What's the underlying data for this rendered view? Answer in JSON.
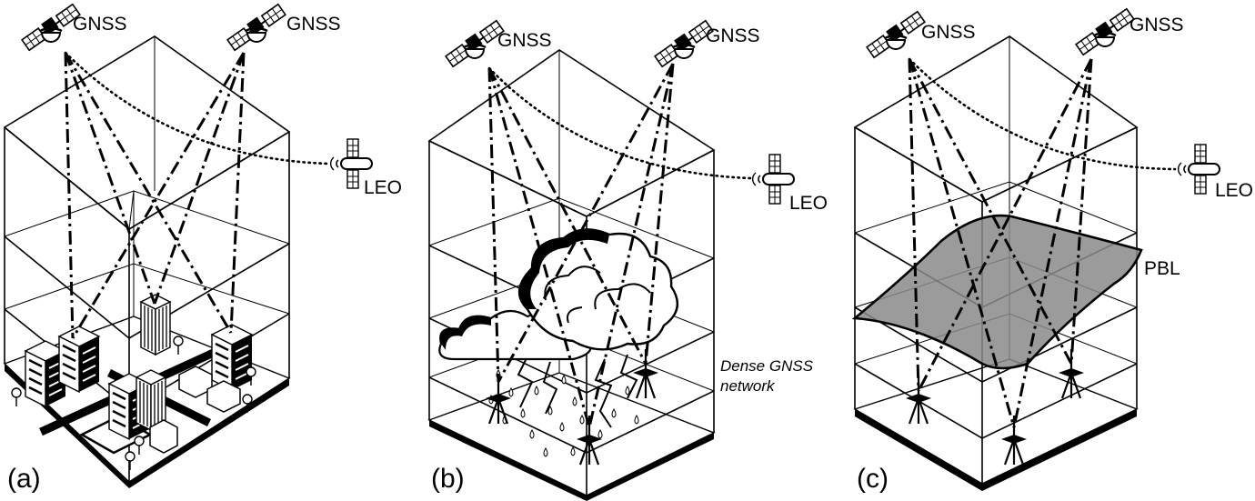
{
  "panels": [
    {
      "label": "(a)",
      "satellites": [
        {
          "label": "GNSS",
          "icon": "gnss-satellite-icon"
        },
        {
          "label": "GNSS",
          "icon": "gnss-satellite-icon"
        },
        {
          "label": "LEO",
          "icon": "leo-satellite-icon"
        }
      ],
      "scene": "city-buildings"
    },
    {
      "label": "(b)",
      "satellites": [
        {
          "label": "GNSS",
          "icon": "gnss-satellite-icon"
        },
        {
          "label": "GNSS",
          "icon": "gnss-satellite-icon"
        },
        {
          "label": "LEO",
          "icon": "leo-satellite-icon"
        }
      ],
      "scene": "storm-clouds",
      "annotation_line1": "Dense GNSS",
      "annotation_line2": "network"
    },
    {
      "label": "(c)",
      "satellites": [
        {
          "label": "GNSS",
          "icon": "gnss-satellite-icon"
        },
        {
          "label": "GNSS",
          "icon": "gnss-satellite-icon"
        },
        {
          "label": "LEO",
          "icon": "leo-satellite-icon"
        }
      ],
      "scene": "boundary-layer",
      "surface_label": "PBL"
    }
  ]
}
